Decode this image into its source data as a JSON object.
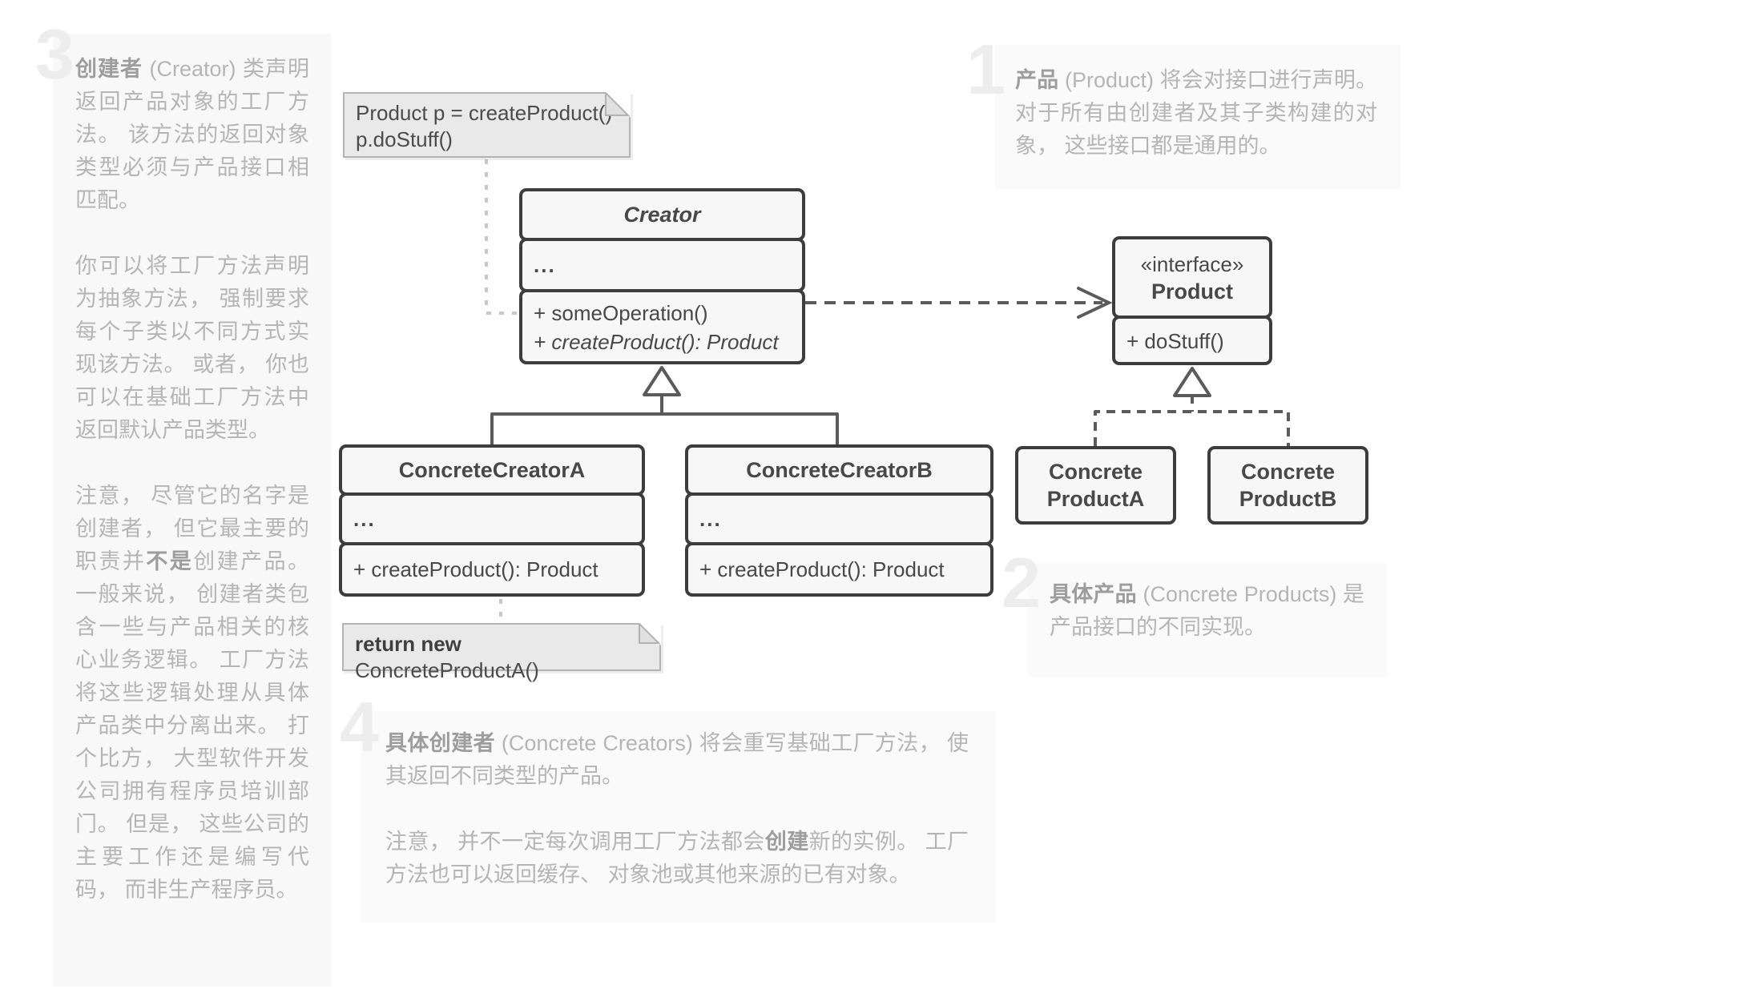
{
  "colors": {
    "box_border": "#3d3d3d",
    "box_fill": "#f7f7f7",
    "box_text": "#484848",
    "connector_dark": "#5b5b5b",
    "connector_light": "#c7c7c7",
    "note_fill": "#e9e9e9",
    "note_border": "#b3b3b3",
    "annotation_text": "#b5b5b5",
    "annotation_bold_text": "#9d9d9d",
    "annotation_bg": "#fafafa",
    "numeral_color": "#ededed"
  },
  "annotation3": {
    "number": "3",
    "p1": {
      "bold": "创建者",
      "rest": " (Creator) 类声明返回产品对象的工厂方法。 该方法的返回对象类型必须与产品接口相匹配。"
    },
    "p2": "你可以将工厂方法声明为抽象方法， 强制要求每个子类以不同方式实现该方法。 或者， 你也可以在基础工厂方法中返回默认产品类型。",
    "p3": {
      "s1": "注意， 尽管它的名字是创建者， 但它最主要的职责并",
      "bold": "不是",
      "s2": "创建产品。 一般来说， 创建者类包含一些与产品相关的核心业务逻辑。 工厂方法将这些逻辑处理从具体产品类中分离出来。 打个比方， 大型软件开发公司拥有程序员培训部门。 但是， 这些公司的主要工作还是编写代码， 而非生产程序员。"
    }
  },
  "annotation1": {
    "number": "1",
    "bold": "产品",
    "rest": " (Product) 将会对接口进行声明。 对于所有由创建者及其子类构建的对象， 这些接口都是通用的。"
  },
  "annotation2": {
    "number": "2",
    "bold": "具体产品",
    "rest": " (Concrete Products) 是产品接口的不同实现。"
  },
  "annotation4": {
    "number": "4",
    "p1": {
      "bold": "具体创建者",
      "rest": " (Concrete Creators) 将会重写基础工厂方法， 使其返回不同类型的产品。"
    },
    "p2": {
      "s1": "注意， 并不一定每次调用工厂方法都会",
      "bold": "创建",
      "s2": "新的实例。 工厂方法也可以返回缓存、 对象池或其他来源的已有对象。"
    }
  },
  "notes": {
    "call_note": {
      "line1": "Product p = createProduct()",
      "line2": "p.doStuff()"
    },
    "return_note": {
      "bold": "return new",
      "rest": " ConcreteProductA()"
    }
  },
  "uml": {
    "creator": {
      "title": "Creator",
      "attrs": "...",
      "method1": "+ someOperation()",
      "method2": "+ createProduct(): Product"
    },
    "concrete_creator_a": {
      "title": "ConcreteCreatorA",
      "attrs": "...",
      "method": "+ createProduct(): Product"
    },
    "concrete_creator_b": {
      "title": "ConcreteCreatorB",
      "attrs": "...",
      "method": "+ createProduct(): Product"
    },
    "product": {
      "stereotype": "«interface»",
      "title": "Product",
      "method": "+ doStuff()"
    },
    "concrete_product_a": {
      "line1": "Concrete",
      "line2": "ProductA"
    },
    "concrete_product_b": {
      "line1": "Concrete",
      "line2": "ProductB"
    }
  }
}
